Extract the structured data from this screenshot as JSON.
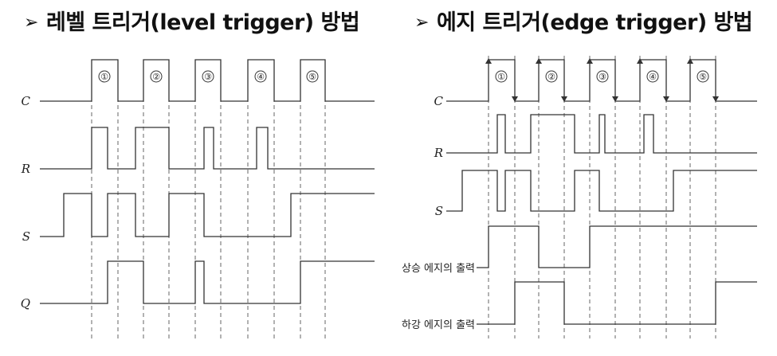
{
  "left_panel": {
    "marker": "➢",
    "title": "레벨 트리거(level trigger) 방법",
    "signals": [
      "C",
      "R",
      "S",
      "Q"
    ],
    "pulses": [
      "①",
      "②",
      "③",
      "④",
      "⑤"
    ]
  },
  "right_panel": {
    "marker": "➢",
    "title": "에지 트리거(edge trigger) 방법",
    "signals": [
      "C",
      "R",
      "S"
    ],
    "outputs": [
      "상승 에지의 출력",
      "하강 에지의 출력"
    ],
    "pulses": [
      "①",
      "②",
      "③",
      "④",
      "⑤"
    ]
  }
}
